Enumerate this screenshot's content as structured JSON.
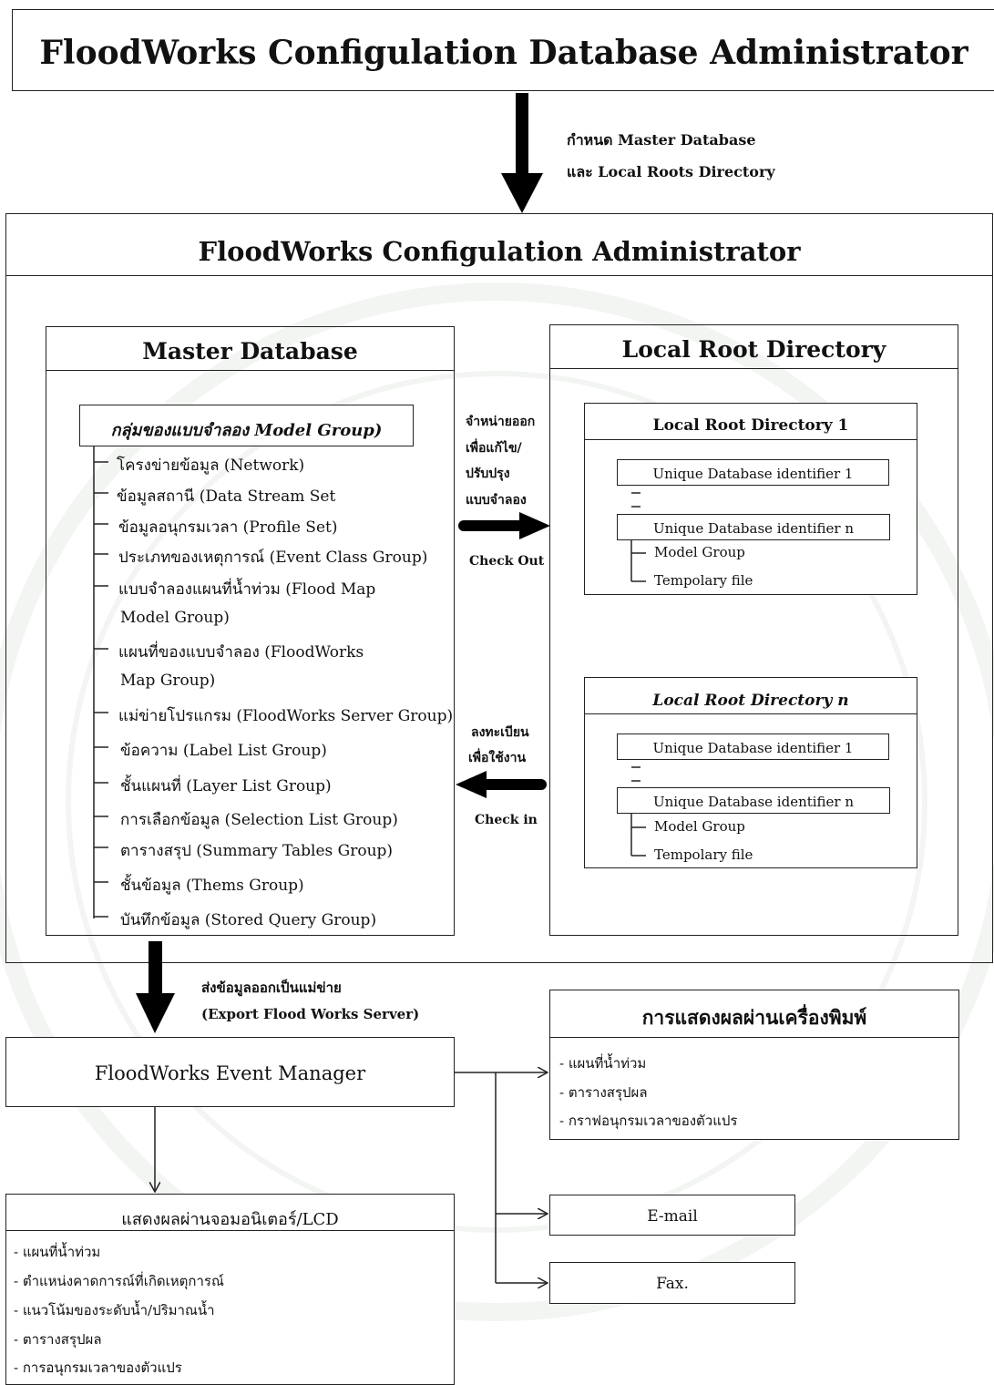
{
  "top_box": {
    "title": "FloodWorks Configulation Database Administrator"
  },
  "top_arrow_label": {
    "line1": "กำหนด Master Database",
    "line2": "และ Local Roots Directory"
  },
  "admin_box": {
    "title": "FloodWorks Configulation Administrator"
  },
  "master_db": {
    "title": "Master Database",
    "group_title": "กลุ่มของแบบจำลอง Model Group)",
    "items": [
      "โครงข่ายข้อมูล (Network)",
      "ข้อมูลสถานี (Data Stream Set",
      "ข้อมูลอนุกรมเวลา (Profile Set)",
      "ประเภทของเหตุการณ์ (Event Class Group)",
      "แบบจำลองแผนที่น้ำท่วม (Flood Map",
      "Model Group)",
      "แผนที่ของแบบจำลอง (FloodWorks",
      "Map Group)",
      "แม่ข่ายโปรแกรม (FloodWorks Server Group)",
      "ข้อความ (Label List Group)",
      "ชั้นแผนที่ (Layer List Group)",
      "การเลือกข้อมูล (Selection List Group)",
      "ตารางสรุป (Summary Tables Group)",
      "ชั้นข้อมูล (Thems Group)",
      "บันทึกข้อมูล (Stored Query Group)"
    ]
  },
  "checkout": {
    "thai": [
      "จำหน่ายออก",
      "เพื่อแก้ไข/",
      "ปรับปรุง",
      "แบบจำลอง"
    ],
    "label": "Check Out"
  },
  "checkin": {
    "thai": [
      "ลงทะเบียน",
      "เพื่อใช้งาน"
    ],
    "label": "Check in"
  },
  "local_root": {
    "title": "Local Root Directory",
    "dir1": {
      "title": "Local Root Directory 1",
      "uid1": "Unique Database identifier 1",
      "uidn": "Unique Database identifier n",
      "model_group": "Model Group",
      "temp_file": "Tempolary file"
    },
    "dirn": {
      "title": "Local Root Directory n",
      "uid1": "Unique Database identifier 1",
      "uidn": "Unique Database identifier n",
      "model_group": "Model Group",
      "temp_file": "Tempolary file"
    }
  },
  "export_label": {
    "line1": "ส่งข้อมูลออกเป็นแม่ข่าย",
    "line2": "(Export Flood Works Server)"
  },
  "event_manager": {
    "title": "FloodWorks Event Manager"
  },
  "printer_box": {
    "title": "การแสดงผลผ่านเครื่องพิมพ์",
    "items": [
      "- แผนที่น้ำท่วม",
      "- ตารางสรุปผล",
      "- กราฟอนุกรมเวลาของตัวแปร"
    ]
  },
  "monitor_box": {
    "title": "แสดงผลผ่านจอมอนิเตอร์/LCD",
    "items": [
      "- แผนที่น้ำท่วม",
      "- ตำแหน่งคาดการณ์ที่เกิดเหตุการณ์",
      "- แนวโน้มของระดับน้ำ/ปริมาณน้ำ",
      "- ตารางสรุปผล",
      "- การอนุกรมเวลาของตัวแปร"
    ]
  },
  "email_box": {
    "label": "E-mail"
  },
  "fax_box": {
    "label": "Fax."
  }
}
